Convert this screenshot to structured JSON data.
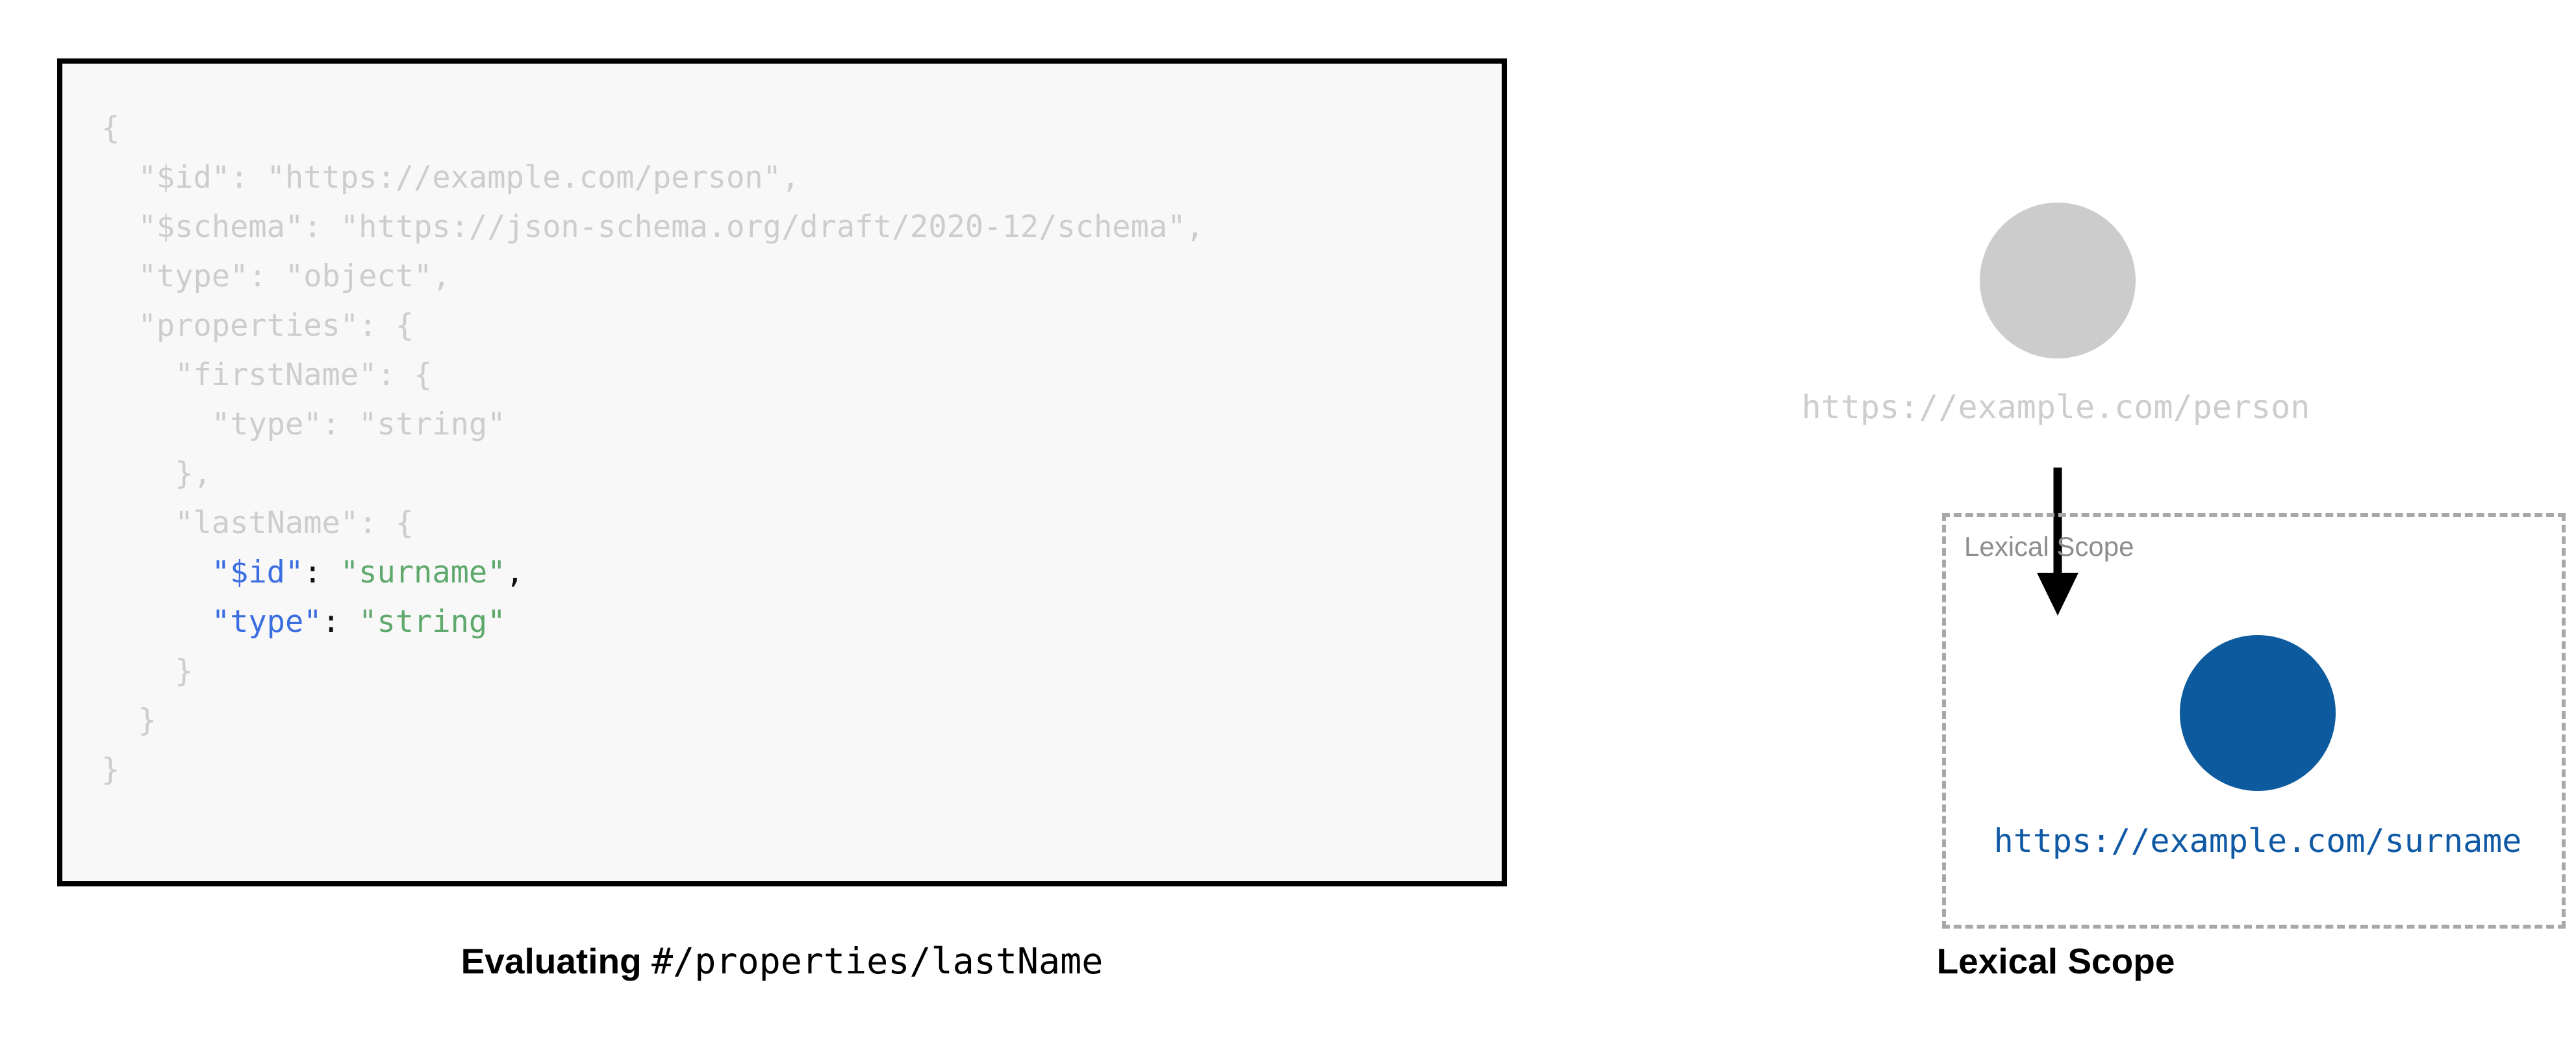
{
  "code_panel": {
    "name": "json-schema-source",
    "background_color": "#f8f8f8",
    "border_color": "#000000",
    "dim_color": "#cdcdcd",
    "key_color": "#3b6ee0",
    "string_color": "#5fa96c",
    "lines": [
      {
        "indent": 0,
        "segments": [
          {
            "text": "{",
            "style": "dim"
          }
        ]
      },
      {
        "indent": 1,
        "segments": [
          {
            "text": "\"$id\": \"https://example.com/person\",",
            "style": "dim"
          }
        ]
      },
      {
        "indent": 1,
        "segments": [
          {
            "text": "\"$schema\": \"https://json-schema.org/draft/2020-12/schema\",",
            "style": "dim"
          }
        ]
      },
      {
        "indent": 1,
        "segments": [
          {
            "text": "\"type\": \"object\",",
            "style": "dim"
          }
        ]
      },
      {
        "indent": 1,
        "segments": [
          {
            "text": "\"properties\": {",
            "style": "dim"
          }
        ]
      },
      {
        "indent": 2,
        "segments": [
          {
            "text": "\"firstName\": {",
            "style": "dim"
          }
        ]
      },
      {
        "indent": 3,
        "segments": [
          {
            "text": "\"type\": \"string\"",
            "style": "dim"
          }
        ]
      },
      {
        "indent": 2,
        "segments": [
          {
            "text": "},",
            "style": "dim"
          }
        ]
      },
      {
        "indent": 2,
        "segments": [
          {
            "text": "\"lastName\": {",
            "style": "dim"
          }
        ]
      },
      {
        "indent": 3,
        "segments": [
          {
            "text": "\"$id\"",
            "style": "key"
          },
          {
            "text": ": ",
            "style": "punct"
          },
          {
            "text": "\"surname\"",
            "style": "string"
          },
          {
            "text": ",",
            "style": "punct"
          }
        ]
      },
      {
        "indent": 3,
        "segments": [
          {
            "text": "\"type\"",
            "style": "key"
          },
          {
            "text": ": ",
            "style": "punct"
          },
          {
            "text": "\"string\"",
            "style": "string"
          }
        ]
      },
      {
        "indent": 2,
        "segments": [
          {
            "text": "}",
            "style": "dim"
          }
        ]
      },
      {
        "indent": 1,
        "segments": [
          {
            "text": "}",
            "style": "dim"
          }
        ]
      },
      {
        "indent": 0,
        "segments": [
          {
            "text": "}",
            "style": "dim"
          }
        ]
      }
    ]
  },
  "diagram_panel": {
    "root_node": {
      "label": "https://example.com/person",
      "fill_color": "#cccccc",
      "label_color": "#cdcdcd"
    },
    "arrow": {
      "color": "#000000",
      "direction": "down"
    },
    "scope_box": {
      "label": "Lexical Scope",
      "border_color": "#a8a8a8",
      "border_style": "dashed",
      "label_color": "#8d8d8d"
    },
    "scope_node": {
      "label": "https://example.com/surname",
      "fill_color": "#0d5b9e",
      "label_color": "#1059a4"
    }
  },
  "captions": {
    "left_strong": "Evaluating",
    "left_mono": "#/properties/lastName",
    "right": "Lexical Scope"
  }
}
